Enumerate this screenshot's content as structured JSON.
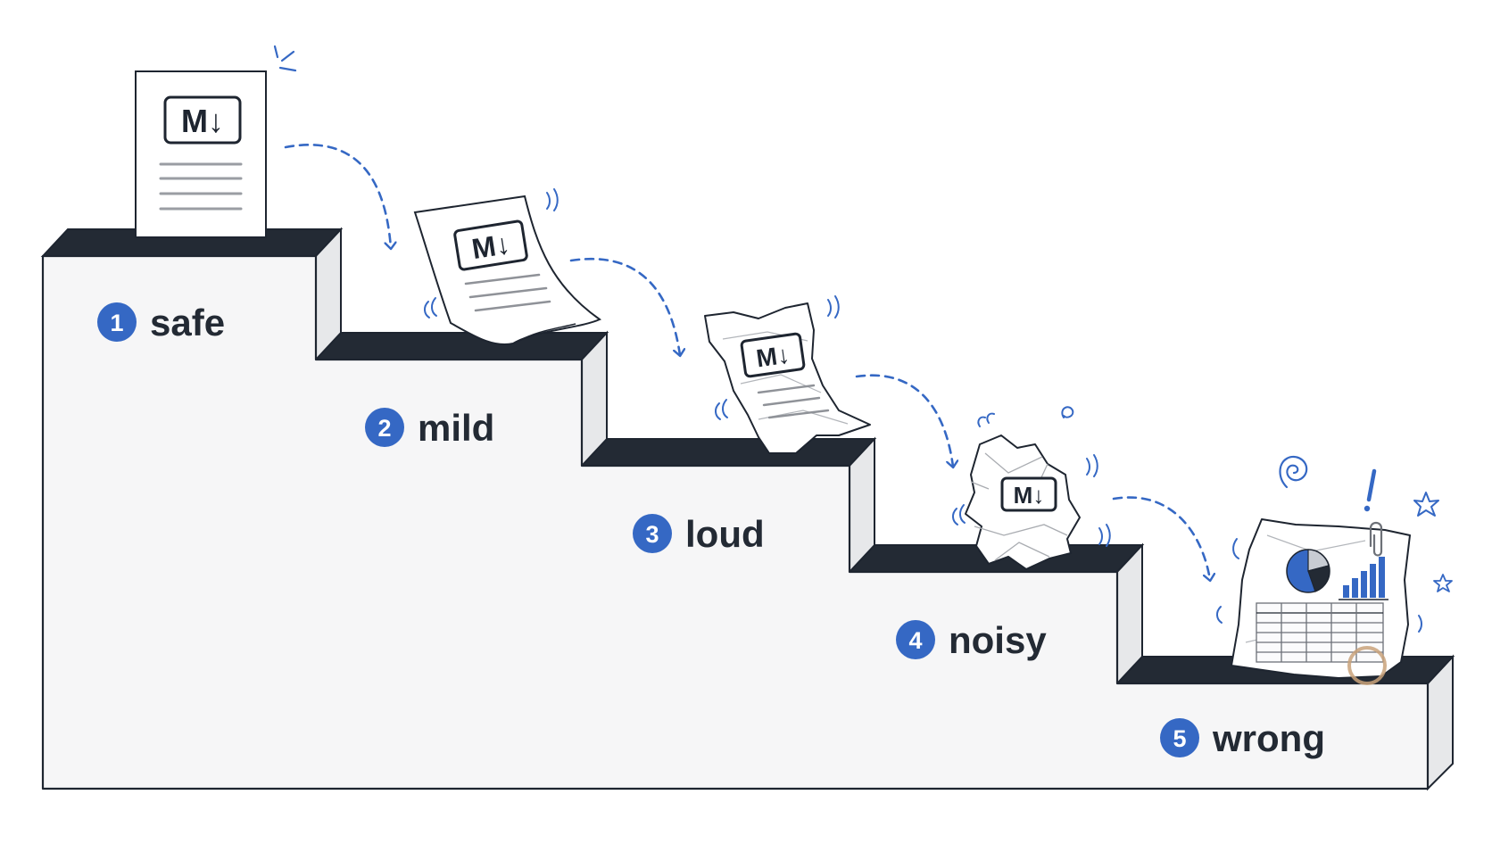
{
  "steps": [
    {
      "number": "1",
      "label": "safe"
    },
    {
      "number": "2",
      "label": "mild"
    },
    {
      "number": "3",
      "label": "loud"
    },
    {
      "number": "4",
      "label": "noisy"
    },
    {
      "number": "5",
      "label": "wrong"
    }
  ],
  "document_badge": "M↓",
  "colors": {
    "accent_blue": "#3568c4",
    "stair_dark": "#232a34",
    "stair_face": "#f6f6f7",
    "stair_side": "#e7e8ea",
    "outline": "#1e2530",
    "paper": "#ffffff",
    "coffee_stain": "#c9a27a"
  },
  "icons": {
    "document": "markdown-document-icon",
    "arrow": "dashed-curved-arrow-icon",
    "motion": "motion-lines-icon",
    "spiral": "dizzy-spiral-icon",
    "exclamation": "exclamation-icon",
    "star": "star-icon",
    "paperclip": "paperclip-icon",
    "pie_chart": "pie-chart-icon",
    "bar_chart": "bar-chart-icon"
  }
}
